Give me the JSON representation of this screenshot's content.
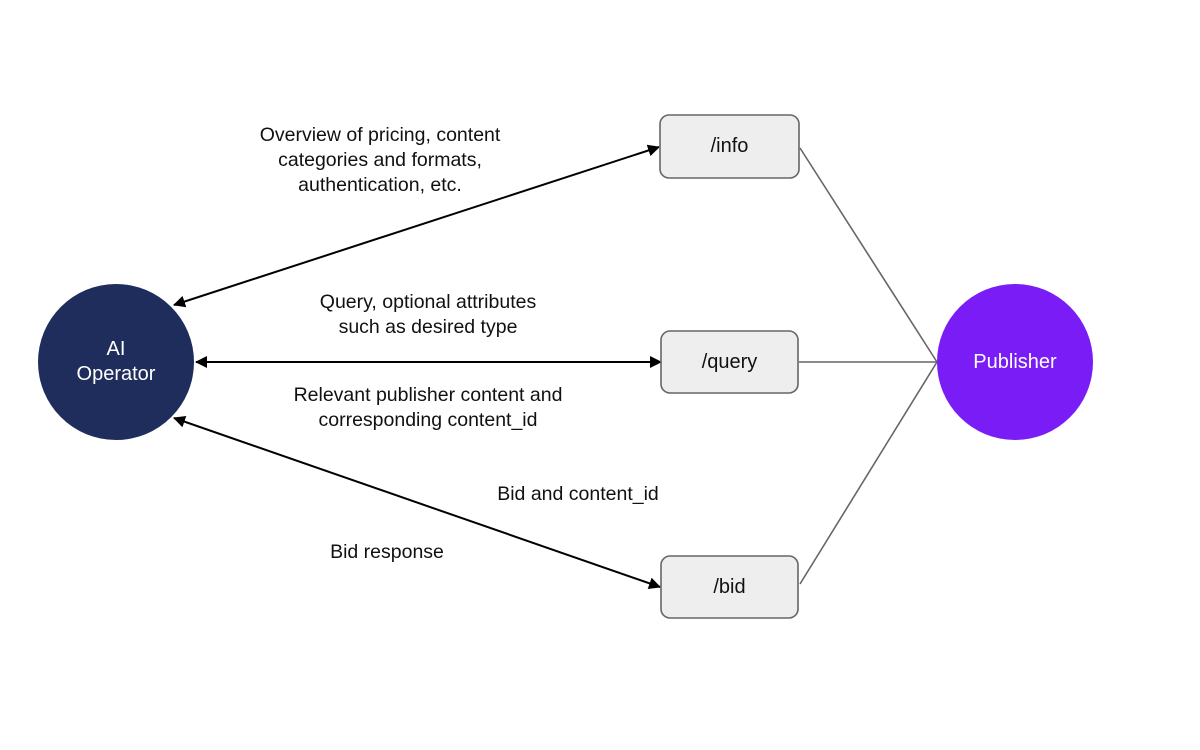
{
  "operator": {
    "line1": "AI",
    "line2": "Operator",
    "color": "#1f2d5c"
  },
  "publisher": {
    "label": "Publisher",
    "color": "#7a1cf6"
  },
  "endpoints": {
    "info": "/info",
    "query": "/query",
    "bid": "/bid"
  },
  "edge_labels": {
    "info": [
      "Overview of pricing, content",
      "categories and formats,",
      "authentication, etc."
    ],
    "query_request": [
      "Query, optional attributes",
      "such as desired type"
    ],
    "query_response": [
      "Relevant publisher content and",
      "corresponding content_id"
    ],
    "bid_request": "Bid and content_id",
    "bid_response": "Bid response"
  }
}
